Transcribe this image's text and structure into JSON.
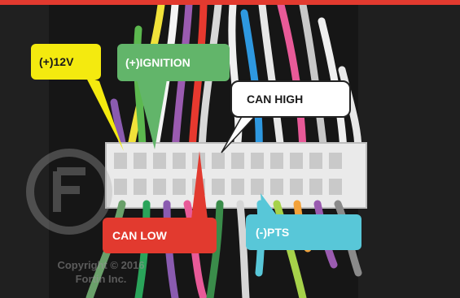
{
  "callouts": {
    "power_12v": "(+)12V",
    "ignition": "(+)IGNITION",
    "can_high": "CAN HIGH",
    "can_low": "CAN LOW",
    "pts": "(-)PTS"
  },
  "watermark": {
    "line1": "Copyright © 2016",
    "line2": "Fortin Inc."
  },
  "colors": {
    "power_12v": "#f4ea0f",
    "ignition": "#62b56a",
    "can_low": "#e23a2f",
    "pts": "#58c7d8",
    "can_high": "#ffffff"
  }
}
